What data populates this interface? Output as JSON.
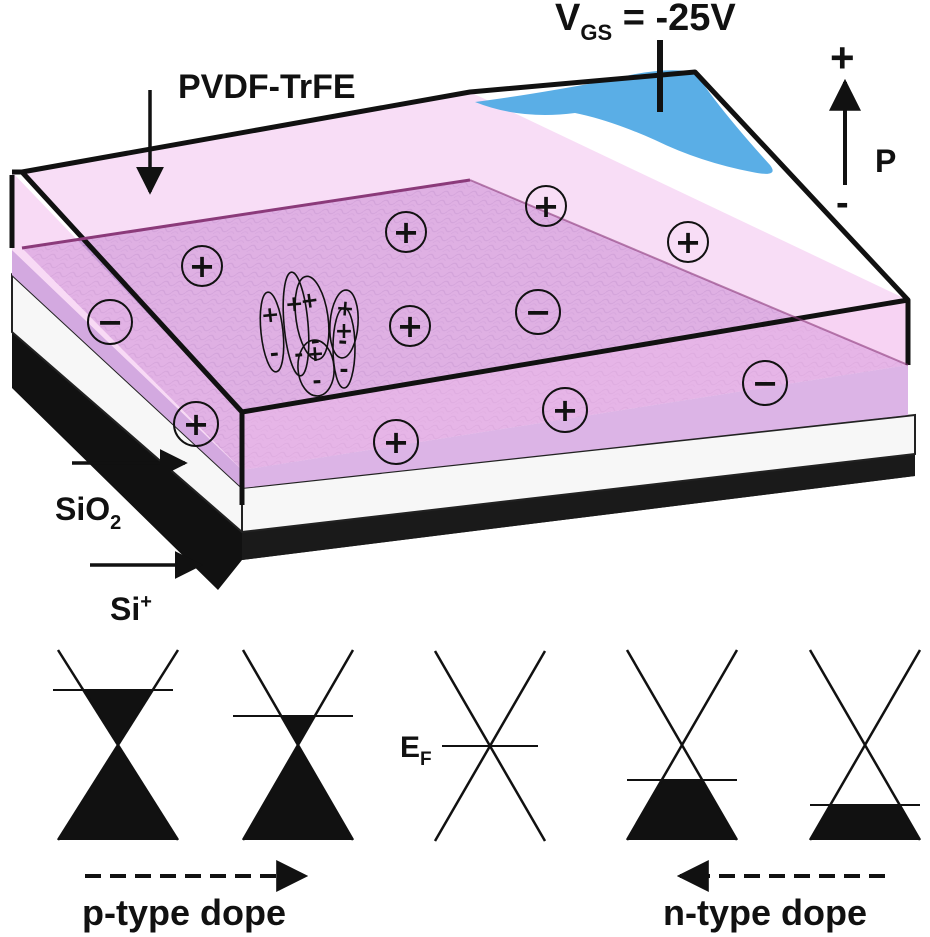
{
  "labels": {
    "vgs_main": "V",
    "vgs_sub": "GS",
    "vgs_value": " = -25V",
    "pvdf": "PVDF-TrFE",
    "p_plus": "+",
    "p_label": "P",
    "p_minus": "-",
    "sio2_main": "SiO",
    "sio2_sub": "2",
    "si_main": "Si",
    "si_sup": "+",
    "ef_main": "E",
    "ef_sub": "F",
    "p_type": "p-type dope",
    "n_type": "n-type dope"
  },
  "charges": [
    {
      "symbol": "+"
    },
    {
      "symbol": "+"
    },
    {
      "symbol": "+"
    },
    {
      "symbol": "+"
    },
    {
      "symbol": "−"
    },
    {
      "symbol": "+"
    },
    {
      "symbol": "−"
    },
    {
      "symbol": "+"
    },
    {
      "symbol": "+"
    },
    {
      "symbol": "+"
    },
    {
      "symbol": "−"
    }
  ],
  "dipoles": [
    {
      "top": "+",
      "bottom": "-"
    },
    {
      "top": "+",
      "bottom": "-"
    },
    {
      "top": "+",
      "bottom": "-"
    },
    {
      "top": "+",
      "bottom": "-"
    },
    {
      "top": "+",
      "bottom": "-"
    },
    {
      "top": "+",
      "bottom": "-"
    }
  ],
  "colors": {
    "pvdf_film": "#f3c1ee",
    "graphene": "#c79bd6",
    "electrode": "#5aaee6",
    "substrate": "#111111",
    "oxide": "#f7f7f7"
  }
}
